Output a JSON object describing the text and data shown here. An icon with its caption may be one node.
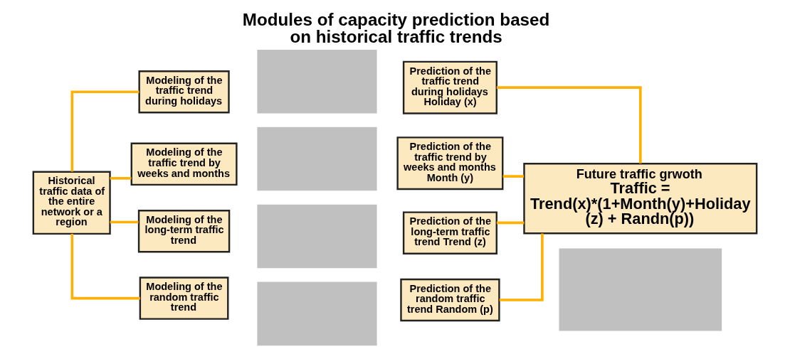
{
  "diagram": {
    "title": "Modules of capacity prediction based on historical traffic trends",
    "nodes": [
      {
        "text": [
          "Historical traffic data of the entire network or a region"
        ]
      },
      {
        "text": [
          "Modeling of the traffic trend during holidays"
        ]
      },
      {
        "text": [
          "Modeling of the traffic trend by weeks and months"
        ]
      },
      {
        "text": [
          "Modeling of the long-term traffic trend"
        ]
      },
      {
        "text": [
          "Modeling of the random traffic trend"
        ]
      },
      {
        "text": [],
        "shape": "box"
      },
      {
        "text": [],
        "shape": "box"
      },
      {
        "text": [],
        "shape": "box"
      },
      {
        "text": [],
        "shape": "box"
      },
      {
        "text": [
          "Prediction of the traffic trend during holidays Holiday (x)"
        ]
      },
      {
        "text": [
          "Prediction of the traffic trend by weeks and months Month (y)"
        ]
      },
      {
        "text": [
          "Prediction of the long-term traffic trend Trend (z)"
        ]
      },
      {
        "text": [
          "Prediction of the random traffic trend Random (p)"
        ]
      },
      {
        "text": [
          "Future traffic grwoth",
          "Traffic = Trend(x)*(1+Month(y)+Holiday (z) + Randn(p))"
        ]
      },
      {
        "text": [],
        "shape": "box"
      }
    ],
    "edges": [
      {
        "from": 0,
        "to": 1,
        "arrow": "none"
      },
      {
        "from": 0,
        "to": 2,
        "arrow": "none"
      },
      {
        "from": 0,
        "to": 3,
        "arrow": "none"
      },
      {
        "from": 0,
        "to": 4,
        "arrow": "none"
      },
      {
        "from": 9,
        "to": 13,
        "arrow": "none"
      },
      {
        "from": 10,
        "to": 13,
        "arrow": "none"
      },
      {
        "from": 11,
        "to": 13,
        "arrow": "none"
      },
      {
        "from": 12,
        "to": 13,
        "arrow": "none"
      }
    ]
  }
}
